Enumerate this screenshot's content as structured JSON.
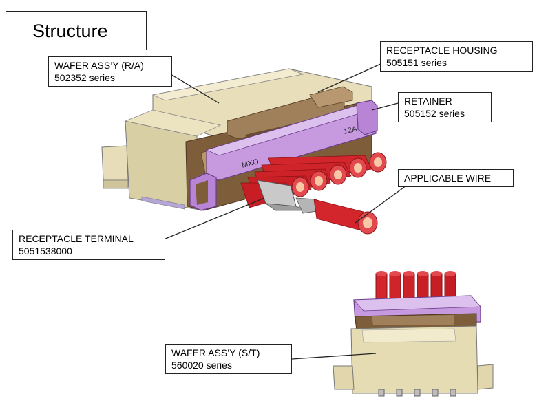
{
  "title": "Structure",
  "callouts": {
    "wafer_ra": {
      "name": "WAFER ASS’Y (R/A)",
      "series": "502352 series"
    },
    "receptacle_housing": {
      "name": "RECEPTACLE HOUSING",
      "series": "505151 series"
    },
    "retainer": {
      "name": "RETAINER",
      "series": "505152 series"
    },
    "applicable_wire": {
      "name": "APPLICABLE WIRE"
    },
    "receptacle_terminal": {
      "name": "RECEPTACLE TERMINAL",
      "series": "5051538000"
    },
    "wafer_st": {
      "name": "WAFER ASS’Y (S/T)",
      "series": "560020 series"
    }
  },
  "part_markings": {
    "left": "MXO",
    "right": "12A"
  },
  "colors": {
    "wafer": "#e6dcb4",
    "housing": "#8a6a44",
    "retainer": "#b07ad0",
    "wire": "#d8252b",
    "terminal": "#b9b9b9"
  }
}
